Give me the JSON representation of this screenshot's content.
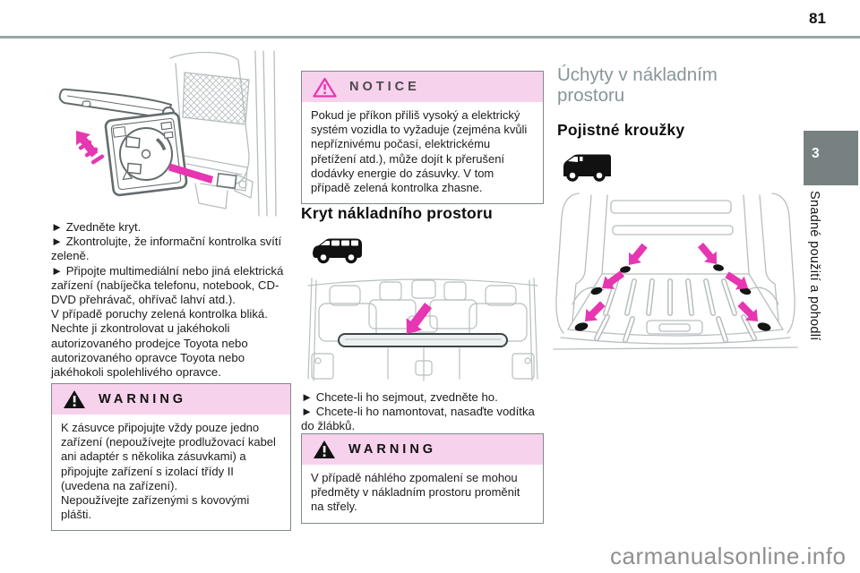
{
  "page_number": "81",
  "chapter_tab": {
    "number": "3",
    "side_label": "Snadné použití a pohodlí"
  },
  "watermark": "carmanualsonline.info",
  "colors": {
    "accent_pink": "#e736b2",
    "band_pink": "#f7d2ec",
    "tab_gray": "#788181",
    "heading_gray": "#879598",
    "rule_gray": "#9aa5a5"
  },
  "icons": {
    "warning_icon": "warning-triangle-icon",
    "notice_icon": "notice-triangle-icon",
    "mpv_icon": "mpv-silhouette-icon",
    "van_icon": "van-silhouette-icon"
  },
  "section_socket": {
    "steps": "► Zvedněte kryt.\n► Zkontrolujte, že informační kontrolka svítí zeleně.\n► Připojte multimediální nebo jiná elektrická zařízení (nabíječka telefonu, notebook, CD-DVD přehrávač, ohřívač lahví atd.).\nV případě poruchy zelená kontrolka bliká.\nNechte ji zkontrolovat u jakéhokoli autorizovaného prodejce Toyota nebo autorizovaného opravce Toyota nebo jakéhokoli spolehlivého opravce.",
    "warning": {
      "title": "WARNING",
      "body": "K zásuvce připojujte vždy pouze jedno zařízení (nepoužívejte prodlužovací kabel ani adaptér s několika zásuvkami) a připojujte zařízení s izolací třídy II (uvedena na zařízení).\nNepoužívejte zařízenými s kovovými plášti."
    }
  },
  "notice": {
    "title": "NOTICE",
    "body": "Pokud je příkon příliš vysoký a elektrický systém vozidla to vyžaduje (zejména kvůli nepříznivému počasí, elektrickému přetížení atd.), může dojít k přerušení dodávky energie do zásuvky. V tom případě zelená kontrolka zhasne."
  },
  "section_cover": {
    "heading": "Kryt nákladního prostoru",
    "steps": "► Chcete-li ho sejmout, zvedněte ho.\n► Chcete-li ho namontovat, nasaďte vodítka do žlábků.",
    "warning": {
      "title": "WARNING",
      "body": "V případě náhlého zpomalení se mohou předměty v nákladním prostoru proměnit na střely."
    }
  },
  "section_rings": {
    "heading": "Úchyty v nákladním\nprostoru",
    "subheading": "Pojistné kroužky"
  }
}
